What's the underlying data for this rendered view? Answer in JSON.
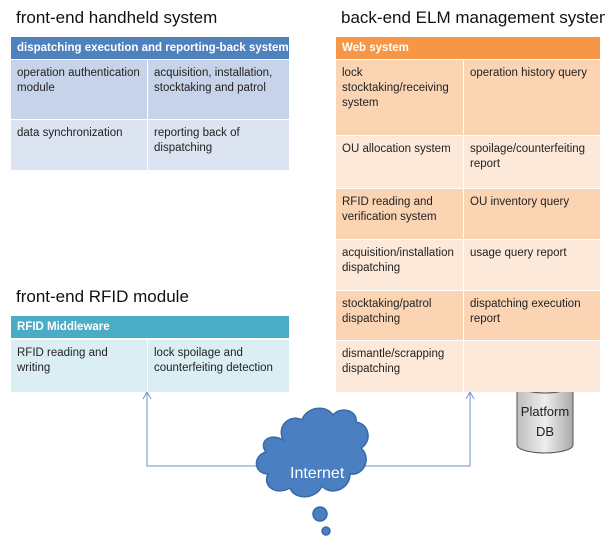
{
  "handheld": {
    "title": "front-end handheld system",
    "header": "dispatching execution and reporting-back system",
    "rows": [
      [
        "operation authentication module",
        "acquisition, installation, stocktaking and patrol"
      ],
      [
        "data synchronization",
        "reporting back of dispatching"
      ]
    ]
  },
  "rfid": {
    "title": "front-end RFID module",
    "header": "RFID  Middleware",
    "rows": [
      [
        "RFID reading and writing",
        "lock spoilage and counterfeiting detection"
      ]
    ]
  },
  "elm": {
    "title": "back-end ELM management system",
    "header": "Web system",
    "rows": [
      [
        "lock stocktaking/receiving system",
        "operation history query"
      ],
      [
        "OU allocation system",
        "spoilage/counterfeiting report"
      ],
      [
        "RFID reading and verification system",
        "OU inventory query"
      ],
      [
        "acquisition/installation dispatching",
        "usage query report"
      ],
      [
        "stocktaking/patrol dispatching",
        "dispatching execution report"
      ],
      [
        "dismantle/scrapping dispatching",
        ""
      ]
    ]
  },
  "network": {
    "label": "Internet"
  },
  "database": {
    "line1": "Platform",
    "line2": "DB"
  },
  "colors": {
    "blue_header": "#4f81bd",
    "blue_light": "#dbe4f0",
    "blue_mid": "#c6d3e8",
    "teal_header": "#4bacc6",
    "teal_light": "#dbeef4",
    "orange_header": "#f79646",
    "orange_light": "#fde9d9",
    "orange_mid": "#fbd4b4",
    "cloud": "#4a7fc1",
    "wire": "#6f95c6"
  }
}
